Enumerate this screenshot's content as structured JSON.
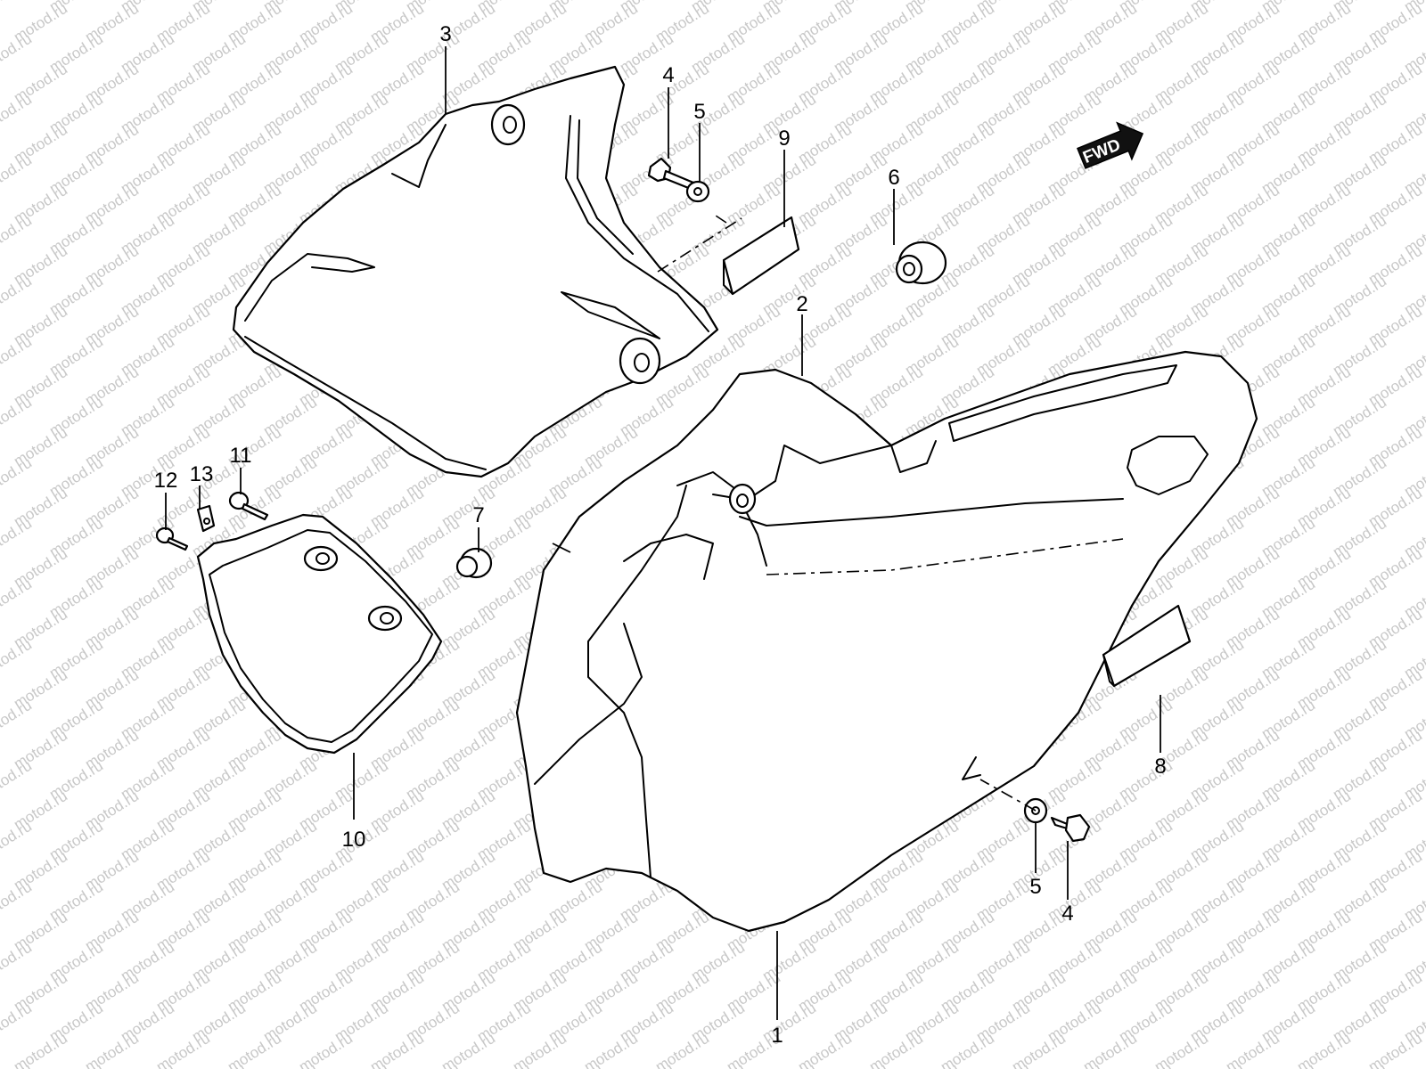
{
  "watermark": {
    "text": "motod.ru",
    "color": "#c8c8c8"
  },
  "fwd_badge": {
    "text": "FWD",
    "icon": "forward-arrow-icon"
  },
  "callouts": {
    "c1": "1",
    "c2": "2",
    "c3": "3",
    "c4a": "4",
    "c4b": "4",
    "c5a": "5",
    "c5b": "5",
    "c6": "6",
    "c7": "7",
    "c8": "8",
    "c9": "9",
    "c10": "10",
    "c11": "11",
    "c12": "12",
    "c13": "13"
  }
}
